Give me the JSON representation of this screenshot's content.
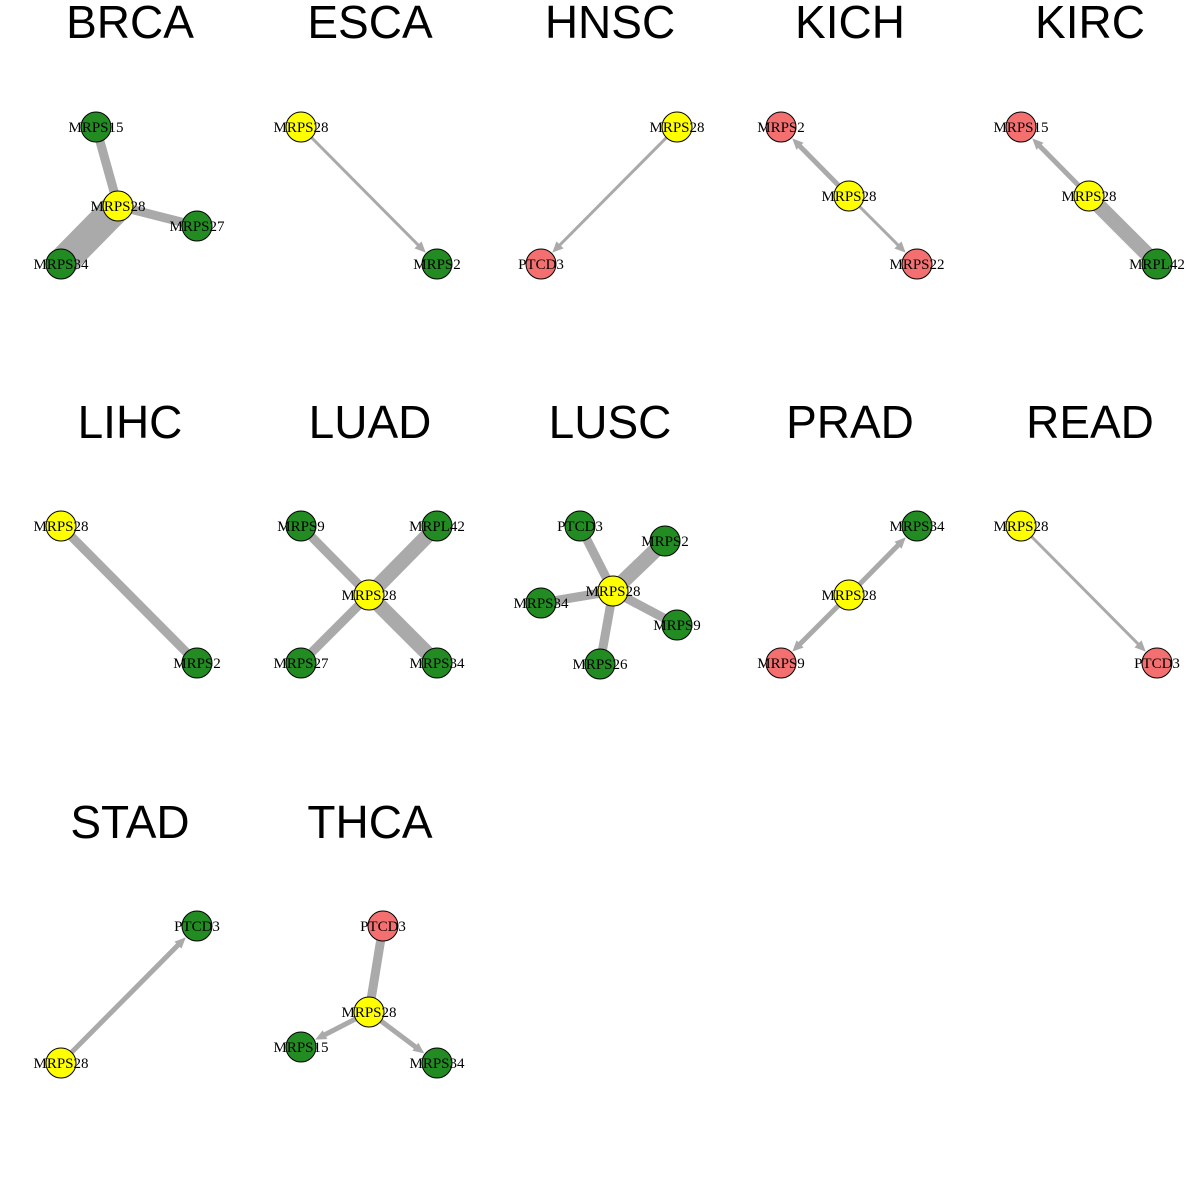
{
  "colors": {
    "edge": "#aaaaaa",
    "node_stroke": "#000000",
    "group": {
      "yellow": "#ffff00",
      "green": "#228b22",
      "red": "#f47070"
    }
  },
  "panels": [
    {
      "title": "BRCA",
      "nodes": [
        {
          "id": "MRPS15",
          "group": "green"
        },
        {
          "id": "MRPS28",
          "group": "yellow"
        },
        {
          "id": "MRPS27",
          "group": "green"
        },
        {
          "id": "MRPS34",
          "group": "green"
        }
      ],
      "edges": [
        {
          "source": "MRPS28",
          "target": "MRPS15",
          "weight": "medium",
          "arrow": false
        },
        {
          "source": "MRPS28",
          "target": "MRPS27",
          "weight": "medium",
          "arrow": false
        },
        {
          "source": "MRPS28",
          "target": "MRPS34",
          "weight": "very-heavy",
          "arrow": false
        }
      ]
    },
    {
      "title": "ESCA",
      "nodes": [
        {
          "id": "MRPS28",
          "group": "yellow"
        },
        {
          "id": "MRPS2",
          "group": "green"
        }
      ],
      "edges": [
        {
          "source": "MRPS28",
          "target": "MRPS2",
          "weight": "thin",
          "arrow": true
        }
      ]
    },
    {
      "title": "HNSC",
      "nodes": [
        {
          "id": "MRPS28",
          "group": "yellow"
        },
        {
          "id": "PTCD3",
          "group": "red"
        }
      ],
      "edges": [
        {
          "source": "MRPS28",
          "target": "PTCD3",
          "weight": "thin",
          "arrow": true
        }
      ]
    },
    {
      "title": "KICH",
      "nodes": [
        {
          "id": "MRPS2",
          "group": "red"
        },
        {
          "id": "MRPS28",
          "group": "yellow"
        },
        {
          "id": "MRPS22",
          "group": "red"
        }
      ],
      "edges": [
        {
          "source": "MRPS28",
          "target": "MRPS2",
          "weight": "light",
          "arrow": true
        },
        {
          "source": "MRPS28",
          "target": "MRPS22",
          "weight": "thin",
          "arrow": true
        }
      ]
    },
    {
      "title": "KIRC",
      "nodes": [
        {
          "id": "MRPS15",
          "group": "red"
        },
        {
          "id": "MRPS28",
          "group": "yellow"
        },
        {
          "id": "MRPL42",
          "group": "green"
        }
      ],
      "edges": [
        {
          "source": "MRPS28",
          "target": "MRPS15",
          "weight": "light",
          "arrow": true
        },
        {
          "source": "MRPS28",
          "target": "MRPL42",
          "weight": "heavy",
          "arrow": false
        }
      ]
    },
    {
      "title": "LIHC",
      "nodes": [
        {
          "id": "MRPS28",
          "group": "yellow"
        },
        {
          "id": "MRPS2",
          "group": "green"
        }
      ],
      "edges": [
        {
          "source": "MRPS28",
          "target": "MRPS2",
          "weight": "medium",
          "arrow": false
        }
      ]
    },
    {
      "title": "LUAD",
      "nodes": [
        {
          "id": "MRPS9",
          "group": "green"
        },
        {
          "id": "MRPL42",
          "group": "green"
        },
        {
          "id": "MRPS28",
          "group": "yellow"
        },
        {
          "id": "MRPS27",
          "group": "green"
        },
        {
          "id": "MRPS34",
          "group": "green"
        }
      ],
      "edges": [
        {
          "source": "MRPS28",
          "target": "MRPS9",
          "weight": "medium",
          "arrow": false
        },
        {
          "source": "MRPS28",
          "target": "MRPL42",
          "weight": "heavy",
          "arrow": false
        },
        {
          "source": "MRPS28",
          "target": "MRPS27",
          "weight": "medium",
          "arrow": false
        },
        {
          "source": "MRPS28",
          "target": "MRPS34",
          "weight": "heavy",
          "arrow": false
        }
      ]
    },
    {
      "title": "LUSC",
      "nodes": [
        {
          "id": "PTCD3",
          "group": "green"
        },
        {
          "id": "MRPS2",
          "group": "green"
        },
        {
          "id": "MRPS28",
          "group": "yellow"
        },
        {
          "id": "MRPS34",
          "group": "green"
        },
        {
          "id": "MRPS9",
          "group": "green"
        },
        {
          "id": "MRPS26",
          "group": "green"
        }
      ],
      "edges": [
        {
          "source": "MRPS28",
          "target": "PTCD3",
          "weight": "medium",
          "arrow": false
        },
        {
          "source": "MRPS28",
          "target": "MRPS2",
          "weight": "heavy",
          "arrow": false
        },
        {
          "source": "MRPS28",
          "target": "MRPS34",
          "weight": "medium",
          "arrow": false
        },
        {
          "source": "MRPS28",
          "target": "MRPS9",
          "weight": "medium",
          "arrow": false
        },
        {
          "source": "MRPS28",
          "target": "MRPS26",
          "weight": "medium",
          "arrow": false
        }
      ]
    },
    {
      "title": "PRAD",
      "nodes": [
        {
          "id": "MRPS34",
          "group": "green"
        },
        {
          "id": "MRPS28",
          "group": "yellow"
        },
        {
          "id": "MRPS9",
          "group": "red"
        }
      ],
      "edges": [
        {
          "source": "MRPS28",
          "target": "MRPS34",
          "weight": "light",
          "arrow": true
        },
        {
          "source": "MRPS28",
          "target": "MRPS9",
          "weight": "light",
          "arrow": true
        }
      ]
    },
    {
      "title": "READ",
      "nodes": [
        {
          "id": "MRPS28",
          "group": "yellow"
        },
        {
          "id": "PTCD3",
          "group": "red"
        }
      ],
      "edges": [
        {
          "source": "MRPS28",
          "target": "PTCD3",
          "weight": "thin",
          "arrow": true
        }
      ]
    },
    {
      "title": "STAD",
      "nodes": [
        {
          "id": "PTCD3",
          "group": "green"
        },
        {
          "id": "MRPS28",
          "group": "yellow"
        }
      ],
      "edges": [
        {
          "source": "MRPS28",
          "target": "PTCD3",
          "weight": "light",
          "arrow": true
        }
      ]
    },
    {
      "title": "THCA",
      "nodes": [
        {
          "id": "PTCD3",
          "group": "red"
        },
        {
          "id": "MRPS28",
          "group": "yellow"
        },
        {
          "id": "MRPS15",
          "group": "green"
        },
        {
          "id": "MRPS34",
          "group": "green"
        }
      ],
      "edges": [
        {
          "source": "MRPS28",
          "target": "PTCD3",
          "weight": "medium",
          "arrow": false
        },
        {
          "source": "MRPS28",
          "target": "MRPS15",
          "weight": "light",
          "arrow": true
        },
        {
          "source": "MRPS28",
          "target": "MRPS34",
          "weight": "light",
          "arrow": true
        }
      ]
    }
  ]
}
